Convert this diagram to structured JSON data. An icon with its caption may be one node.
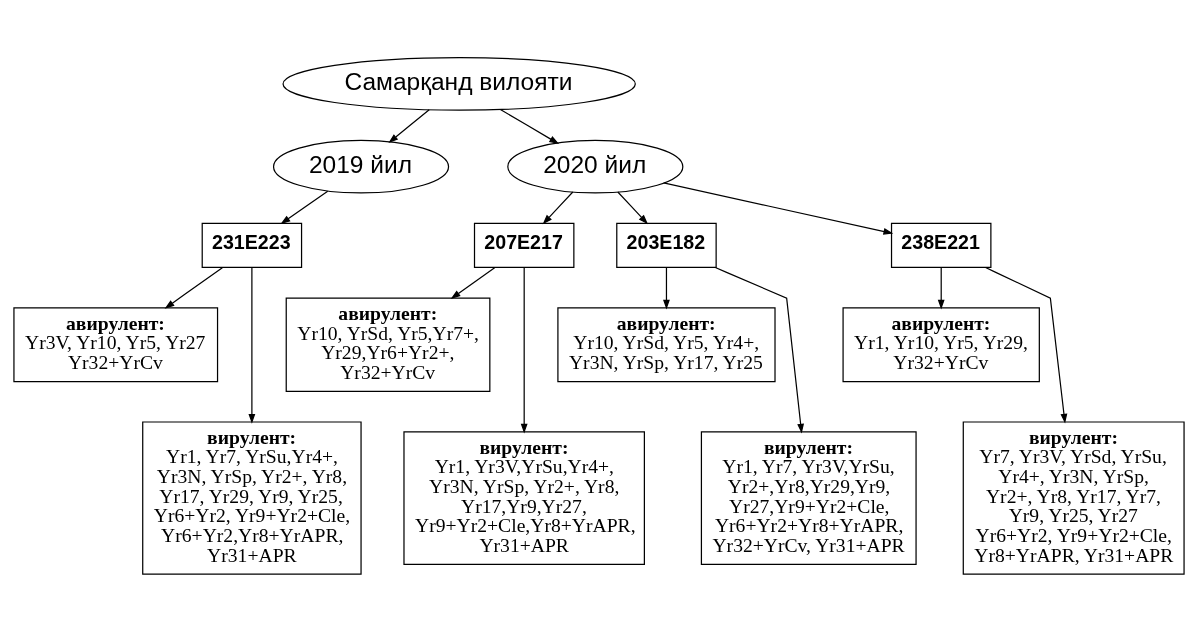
{
  "diagram": {
    "nodes": [
      {
        "text": [
          "Самарқанд вилояти"
        ]
      },
      {
        "text": [
          "2019 йил"
        ]
      },
      {
        "text": [
          "2020 йил"
        ]
      },
      {
        "text": [
          "231E223"
        ]
      },
      {
        "text": [
          "авирулент:",
          "Yr3V, Yr10, Yr5, Yr27 Yr32+YrCv"
        ]
      },
      {
        "text": [
          "вирулент:",
          "Yr1, Yr7, YrSu,Yr4+, Yr3N, YrSp, Yr2+, Yr8,Yr17, Yr29, Yr9, Yr25,Yr6+Yr2, Yr9+Yr2+Cle, Yr6+Yr2,Yr8+YrAPR, Yr31+APR"
        ]
      },
      {
        "text": [
          "207E217"
        ]
      },
      {
        "text": [
          "авирулент:",
          "Yr10, YrSd, Yr5,Yr7+, Yr29,Yr6+Yr2+,Yr32+YrCv"
        ]
      },
      {
        "text": [
          "вирулент:",
          "Yr1, Yr3V,YrSu,Yr4+,Yr3N, YrSp, Yr2+, Yr8, Yr17,Yr9,Yr27,Yr9+Yr2+Cle,Yr8+YrAPR,Yr31+APR"
        ]
      },
      {
        "text": [
          "203E182"
        ]
      },
      {
        "text": [
          "авирулент:",
          "Yr10, YrSd, Yr5, Yr4+, Yr3N, YrSp, Yr17, Yr25"
        ]
      },
      {
        "text": [
          "вирулент:",
          "Yr1, Yr7, Yr3V,YrSu,Yr2+,Yr8,Yr29,Yr9,Yr27,Yr9+Yr2+Cle,Yr6+Yr2+Yr8+YrAPR,Yr32+YrCv, Yr31+APR"
        ]
      },
      {
        "text": [
          "238E221"
        ]
      },
      {
        "text": [
          "авирулент:",
          "Yr1, Yr10, Yr5, Yr29, Yr32+YrCv"
        ]
      },
      {
        "text": [
          "вирулент:",
          "Yr7, Yr3V, YrSd, YrSu, Yr4+, Yr3N, YrSp, Yr2+, Yr8, Yr17, Yr7, Yr9, Yr25, Yr27 Yr6+Yr2, Yr9+Yr2+Cle, Yr8+YrAPR, Yr31+APR"
        ]
      }
    ],
    "edges": [
      {
        "from": 0,
        "to": 1,
        "arrow": "to"
      },
      {
        "from": 0,
        "to": 2,
        "arrow": "to"
      },
      {
        "from": 1,
        "to": 3,
        "arrow": "to"
      },
      {
        "from": 2,
        "to": 6,
        "arrow": "to"
      },
      {
        "from": 2,
        "to": 9,
        "arrow": "to"
      },
      {
        "from": 2,
        "to": 12,
        "arrow": "to"
      },
      {
        "from": 3,
        "to": 4,
        "arrow": "to"
      },
      {
        "from": 3,
        "to": 5,
        "arrow": "to"
      },
      {
        "from": 6,
        "to": 7,
        "arrow": "to"
      },
      {
        "from": 6,
        "to": 8,
        "arrow": "to"
      },
      {
        "from": 9,
        "to": 10,
        "arrow": "to"
      },
      {
        "from": 9,
        "to": 11,
        "arrow": "to"
      },
      {
        "from": 12,
        "to": 13,
        "arrow": "to"
      },
      {
        "from": 12,
        "to": 14,
        "arrow": "to"
      }
    ]
  }
}
